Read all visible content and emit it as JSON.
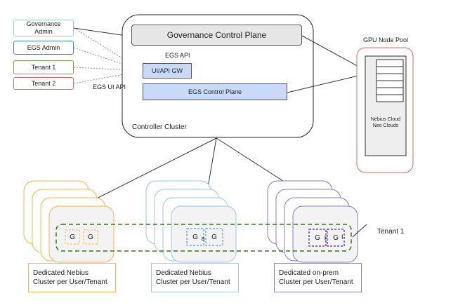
{
  "users": {
    "governance_admin": "Governance\nAdmin",
    "egs_admin": "EGS Admin",
    "tenant1": "Tenant 1",
    "tenant2": "Tenant 2"
  },
  "controller": {
    "governance_plane": "Governance Control Plane",
    "egs_api": "EGS  API",
    "ui_api_gw": "UI/API GW",
    "egs_control_plane": "EGS Control Plane",
    "egs_ui_api": "EGS UI API",
    "cluster_label": "Controller Cluster"
  },
  "gpu_pool": {
    "title": "GPU Node Pool",
    "cloud_label": "Nebius Cloud\nNeo Clouds"
  },
  "clusters": {
    "nebius1": "Dedicated Nebius\nCluster per User/Tenant",
    "nebius2": "Dedicated Nebius\nCluster per User/Tenant",
    "onprem": "Dedicated on-prem\nCluster per User/Tenant"
  },
  "gpu_label": "G",
  "gpu_mid_label": "a",
  "gpu_right_label": "I",
  "tenant_overlay": "Tenant 1",
  "colors": {
    "orange": "#f5b74a",
    "blue": "#9fc5e8",
    "purple": "#8e7cc3",
    "green": "#38761d",
    "red": "#e06666",
    "lightblue_fill": "#c9daf8"
  }
}
